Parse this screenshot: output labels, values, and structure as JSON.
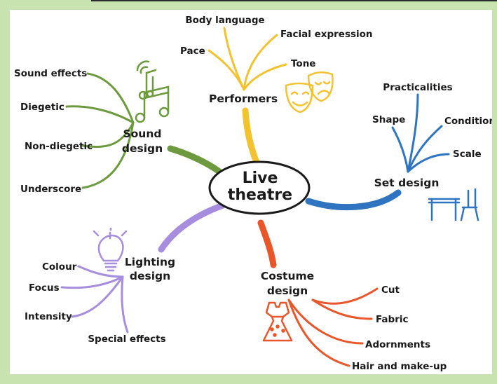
{
  "centre": {
    "line1": "Live",
    "line2": "theatre"
  },
  "branches": {
    "performers": {
      "title": "Performers",
      "color": "#f2c230",
      "items": [
        "Body language",
        "Facial expression",
        "Pace",
        "Tone"
      ],
      "icon": "theatre-masks-icon"
    },
    "set_design": {
      "title": "Set design",
      "color": "#2f74c0",
      "items": [
        "Practicalities",
        "Shape",
        "Condition",
        "Scale"
      ],
      "icon": "table-chair-icon"
    },
    "costume_design": {
      "title_line1": "Costume",
      "title_line2": "design",
      "color": "#e8562a",
      "items": [
        "Cut",
        "Fabric",
        "Adornments",
        "Hair and make-up"
      ],
      "icon": "dress-icon"
    },
    "lighting_design": {
      "title_line1": "Lighting",
      "title_line2": "design",
      "color": "#a78ddd",
      "items": [
        "Colour",
        "Focus",
        "Intensity",
        "Special effects"
      ],
      "icon": "light-bulb-icon"
    },
    "sound_design": {
      "title_line1": "Sound",
      "title_line2": "design",
      "color": "#6e9a3f",
      "items": [
        "Sound effects",
        "Diegetic",
        "Non-diegetic",
        "Underscore"
      ],
      "icon": "music-notes-icon"
    }
  }
}
